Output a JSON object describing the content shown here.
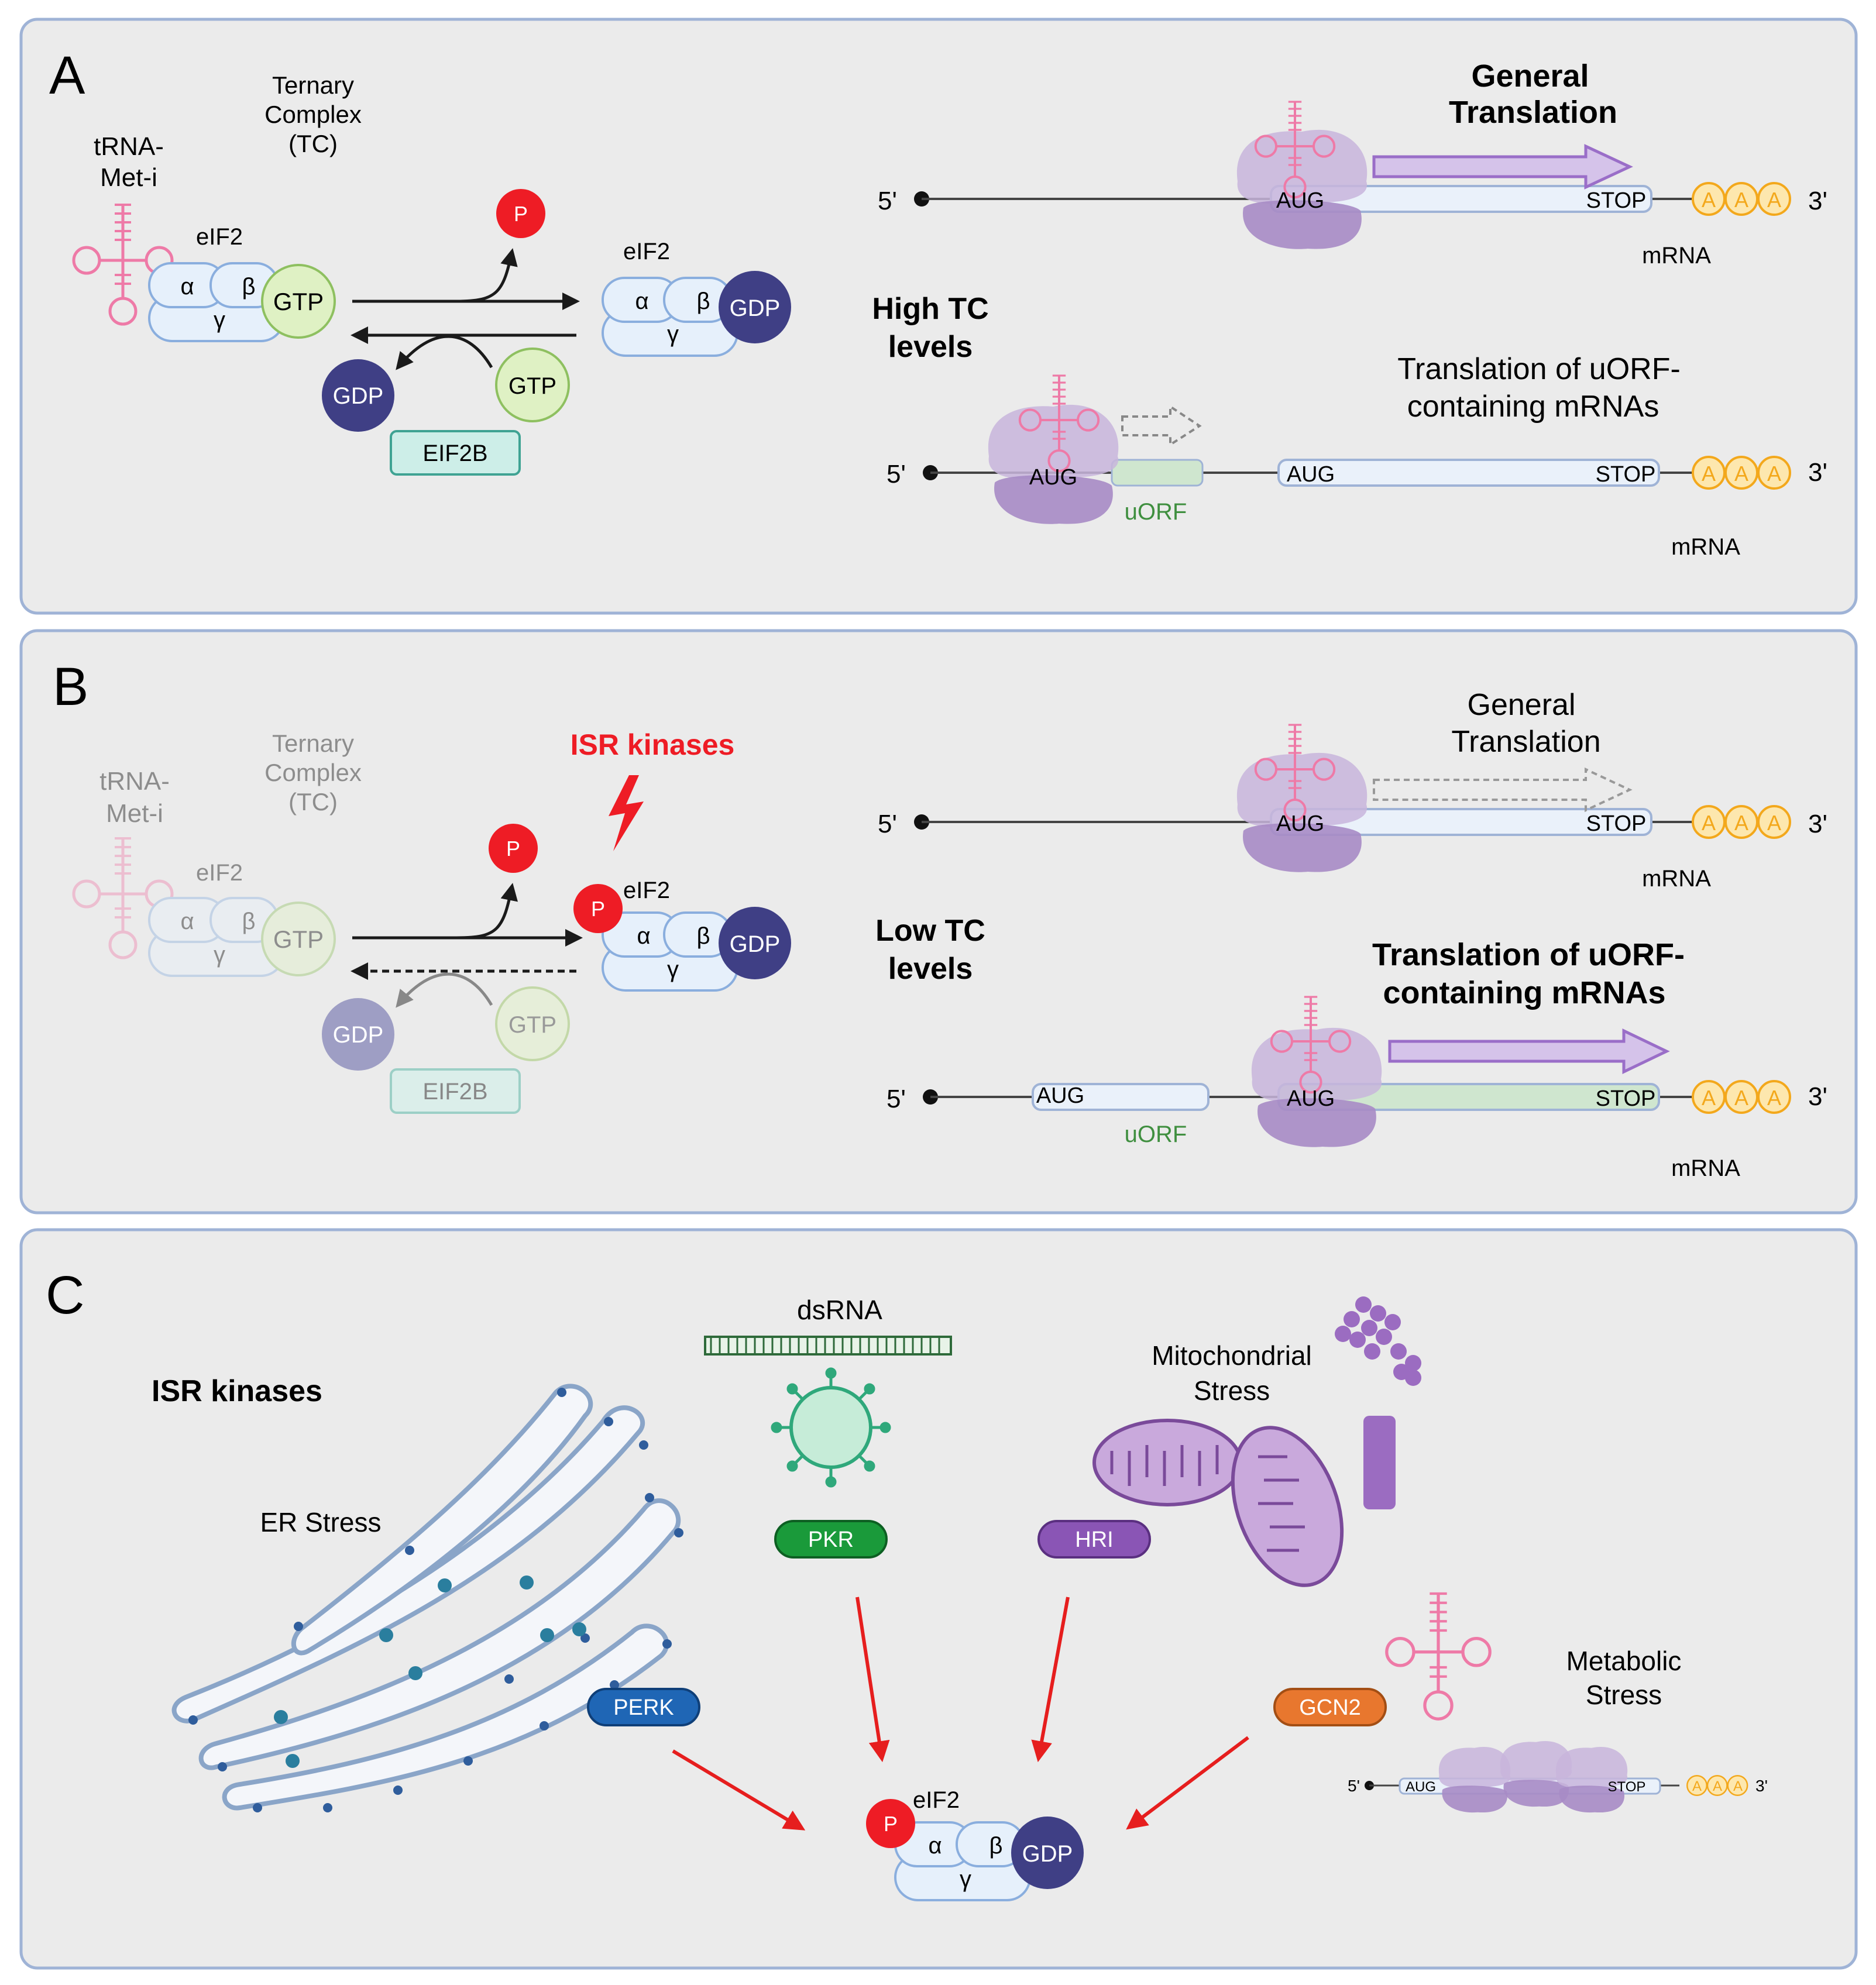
{
  "colors": {
    "panel_bg": "#ebebeb",
    "panel_border": "#9fb3d6",
    "phospho_red": "#ee1c25",
    "gtp_green": "#dff1c4",
    "gdp_navy": "#3f3f85",
    "eif2b_teal": "#cdeee8",
    "ribosome_purple": "#b9a0cf",
    "trna_pink": "#ee7aa7",
    "polya_orange": "#f8b73b",
    "uorf_green": "#3f8f3f",
    "arrow_red": "#e61e1e",
    "pkr_green": "#1a9a3a",
    "hri_purple": "#8a55b5",
    "perk_blue": "#1f66b5",
    "gcn2_orange": "#e8772e"
  },
  "panelA": {
    "letter": "A",
    "tc_label": [
      "Ternary",
      "Complex",
      "(TC)"
    ],
    "trna_label": [
      "tRNA-",
      "Met-i"
    ],
    "eif2_left": "eIF2",
    "eif2_right": "eIF2",
    "alpha": "α",
    "beta": "β",
    "gamma": "γ",
    "gtp": "GTP",
    "gdp": "GDP",
    "p": "P",
    "eif2b": "EIF2B",
    "tc_state": [
      "High TC",
      "levels"
    ],
    "general_translation": [
      "General",
      "Translation"
    ],
    "uorf_translation": [
      "Translation of uORF-",
      "containing mRNAs"
    ],
    "five_prime": "5'",
    "three_prime": "3'",
    "aug": "AUG",
    "stop": "STOP",
    "a": "A",
    "mrna": "mRNA",
    "uorf": "uORF"
  },
  "panelB": {
    "letter": "B",
    "tc_label": [
      "Ternary",
      "Complex",
      "(TC)"
    ],
    "trna_label": [
      "tRNA-",
      "Met-i"
    ],
    "eif2_left": "eIF2",
    "eif2_right": "eIF2",
    "isr_kinases": "ISR kinases",
    "alpha": "α",
    "beta": "β",
    "gamma": "γ",
    "gtp": "GTP",
    "gdp": "GDP",
    "p": "P",
    "eif2b": "EIF2B",
    "tc_state": [
      "Low TC",
      "levels"
    ],
    "general_translation": [
      "General",
      "Translation"
    ],
    "uorf_translation": [
      "Translation of uORF-",
      "containing mRNAs"
    ],
    "five_prime": "5'",
    "three_prime": "3'",
    "aug": "AUG",
    "stop": "STOP",
    "a": "A",
    "mrna": "mRNA",
    "uorf": "uORF"
  },
  "panelC": {
    "letter": "C",
    "isr_kinases": "ISR kinases",
    "er_stress": "ER Stress",
    "dsrna": "dsRNA",
    "mito_stress": [
      "Mitochondrial",
      "Stress"
    ],
    "metabolic_stress": [
      "Metabolic",
      "Stress"
    ],
    "pkr": "PKR",
    "hri": "HRI",
    "perk": "PERK",
    "gcn2": "GCN2",
    "eif2": "eIF2",
    "alpha": "α",
    "beta": "β",
    "gamma": "γ",
    "gdp": "GDP",
    "p": "P",
    "five_prime": "5'",
    "three_prime": "3'",
    "aug": "AUG",
    "stop": "STOP",
    "a": "A"
  }
}
